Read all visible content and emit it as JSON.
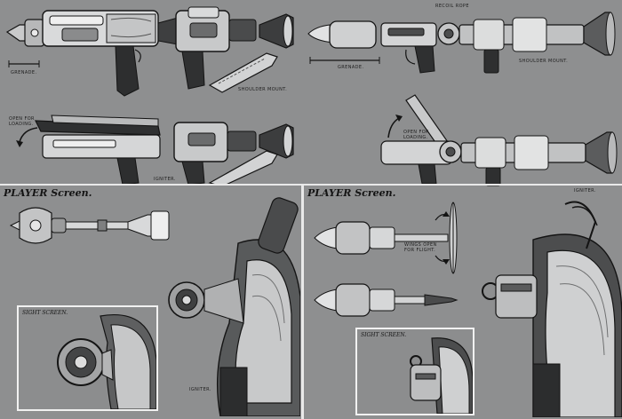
{
  "sheet": {
    "colors": {
      "background": "#8e8f90",
      "line": "#141414",
      "metal_light": "#e4e4e4",
      "metal_mid": "#b9babb",
      "metal_dark": "#4a4b4c",
      "frame": "#f1f1f1"
    },
    "weapon_a": {
      "grenade_label": "GRENADE.",
      "shoulder_mount_label": "SHOULDER MOUNT.",
      "open_for_loading_label": "OPEN FOR LOADING.",
      "igniter_label": "IGNITER."
    },
    "weapon_b": {
      "recoil_rope_label": "RECOIL ROPE",
      "grenade_label": "GRENADE.",
      "shoulder_mount_label": "SHOULDER MOUNT.",
      "open_for_loading_label": "OPEN FOR LOADING."
    },
    "player_screen_a": {
      "title": "PLAYER Screen.",
      "sight_screen_label": "SIGHT SCREEN.",
      "igniter_label": "IGNITER."
    },
    "player_screen_b": {
      "title": "PLAYER Screen.",
      "wings_label": "WINGS OPEN FOR FLIGHT.",
      "sight_screen_label": "SIGHT SCREEN.",
      "igniter_label": "IGNITER."
    }
  }
}
